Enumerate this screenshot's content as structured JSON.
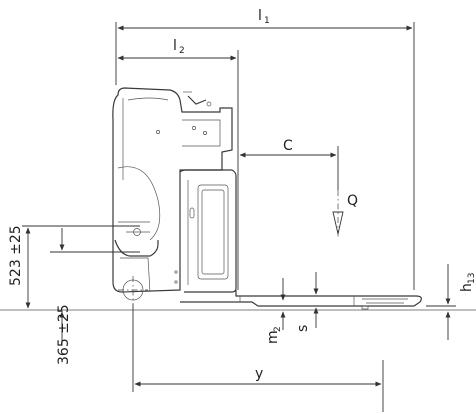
{
  "labels": {
    "l1": "l",
    "l1_sub": "1",
    "l2": "l",
    "l2_sub": "2",
    "c": "C",
    "q": "Q",
    "h13": "h",
    "h13_sub": "13",
    "m2": "m",
    "m2_sub": "2",
    "s": "s",
    "y": "y",
    "dim_523": "523 ±25",
    "dim_365": "365 ±25"
  }
}
